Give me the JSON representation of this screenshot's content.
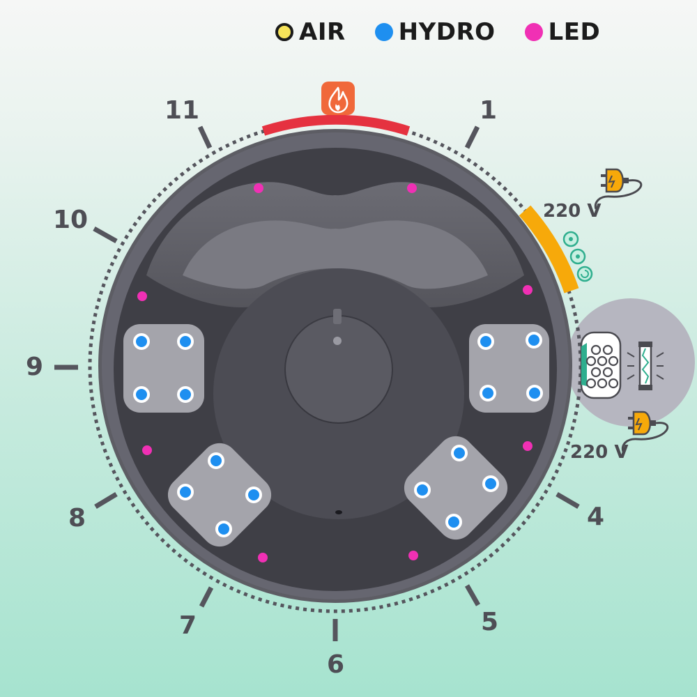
{
  "legend": {
    "items": [
      {
        "label": "AIR",
        "color": "#f7e45a"
      },
      {
        "label": "HYDRO",
        "color": "#1e8ff0"
      },
      {
        "label": "LED",
        "color": "#f030b4"
      }
    ]
  },
  "clock_labels": {
    "h1": "1",
    "h4": "4",
    "h5": "5",
    "h6": "6",
    "h7": "7",
    "h8": "8",
    "h9": "9",
    "h10": "10",
    "h11": "11"
  },
  "power": {
    "top_voltage": "220 V",
    "bottom_voltage": "220 V"
  },
  "colors": {
    "tub_rim": "#5d5d64",
    "tub_inner": "#3f3f46",
    "jet_pad": "#a4a4ab",
    "hydro_jet": "#1e8ff0",
    "led": "#f030b4",
    "heater_arc": "#e53240",
    "control_arc": "#f7a90a",
    "teal": "#2fae8e"
  },
  "icons": {
    "heater": "flame-icon",
    "power_top": "power-plug-icon",
    "power_bottom": "power-plug-icon",
    "controls": [
      "jets-control-icon",
      "air-control-icon",
      "reset-icon"
    ],
    "filter": "filter-cartridge-icon",
    "uv_lamp": "uv-lamp-icon"
  }
}
